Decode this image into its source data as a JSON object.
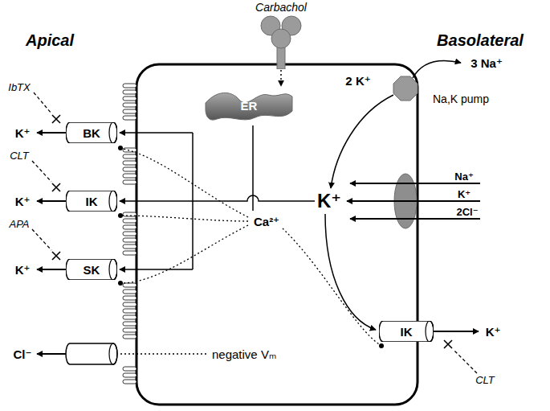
{
  "diagram": {
    "nodes": [
      {
        "text": [
          "Carbachol"
        ]
      },
      {
        "text": [
          "ER"
        ]
      },
      {
        "text": [
          "BK"
        ]
      },
      {
        "text": [
          "IK"
        ]
      },
      {
        "text": [
          "SK"
        ]
      },
      {
        "text": [
          "Na,K pump"
        ]
      },
      {
        "text": [
          "IK"
        ]
      }
    ],
    "edges": [
      {
        "from": 0,
        "to": 1,
        "arrow": "to"
      }
    ],
    "labels": [
      "Apical",
      "Basolateral",
      "IbTX",
      "K⁺",
      "CLT",
      "K⁺",
      "APA",
      "K⁺",
      "Cl⁻",
      "negative Vₘ",
      "Ca²⁺",
      "K⁺",
      "2 K⁺",
      "3 Na⁺",
      "Na⁺",
      "K⁺",
      "2Cl⁻",
      "K⁺",
      "CLT"
    ]
  }
}
